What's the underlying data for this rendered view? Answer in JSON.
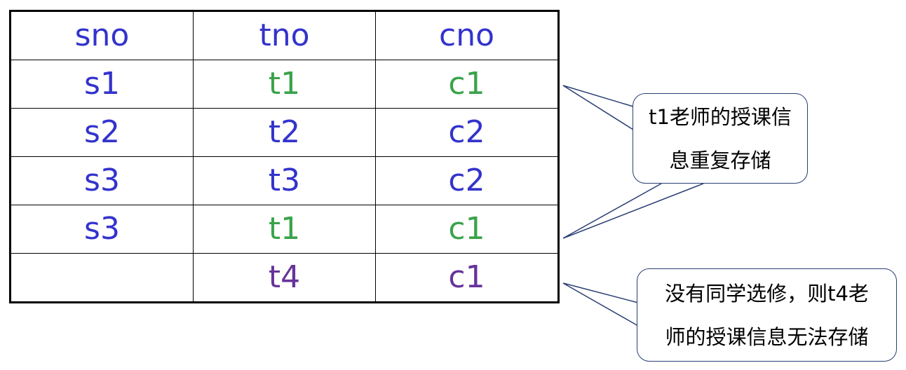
{
  "table": {
    "headers": [
      "sno",
      "tno",
      "cno"
    ],
    "rows": [
      {
        "sno": "s1",
        "tno": "t1",
        "cno": "c1"
      },
      {
        "sno": "s2",
        "tno": "t2",
        "cno": "c2"
      },
      {
        "sno": "s3",
        "tno": "t3",
        "cno": "c2"
      },
      {
        "sno": "s3",
        "tno": "t1",
        "cno": "c1"
      },
      {
        "sno": "",
        "tno": "t4",
        "cno": "c1"
      }
    ]
  },
  "callouts": {
    "redundancy": {
      "line1": "t1老师的授课信",
      "line2": "息重复存储"
    },
    "insert_anomaly": {
      "line1": "没有同学选修，则t4老",
      "line2": "师的授课信息无法存储"
    }
  },
  "colors": {
    "blue": "#3333cc",
    "green": "#3aa34a",
    "purple": "#663399",
    "callout_border": "#2b3f74"
  }
}
